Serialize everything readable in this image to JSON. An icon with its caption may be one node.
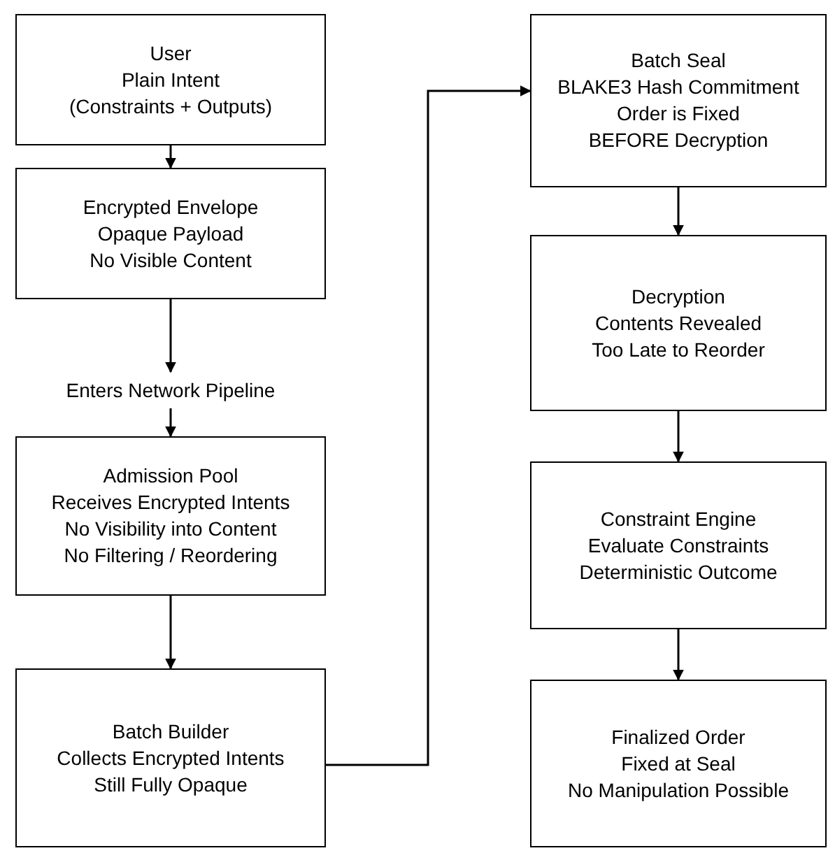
{
  "diagram": {
    "nodes": [
      {
        "text": [
          "User",
          "Plain Intent",
          "(Constraints + Outputs)"
        ]
      },
      {
        "text": [
          "Encrypted Envelope",
          "Opaque Payload",
          "No Visible Content"
        ]
      },
      {
        "text": [
          "Enters Network Pipeline"
        ]
      },
      {
        "text": [
          "Admission Pool",
          "Receives Encrypted Intents",
          "No Visibility into Content",
          "No Filtering / Reordering"
        ]
      },
      {
        "text": [
          "Batch Builder",
          "Collects Encrypted Intents",
          "Still Fully Opaque"
        ]
      },
      {
        "text": [
          "Batch Seal",
          "BLAKE3 Hash Commitment",
          "Order is Fixed",
          "BEFORE Decryption"
        ]
      },
      {
        "text": [
          "Decryption",
          "Contents Revealed",
          "Too Late to Reorder"
        ]
      },
      {
        "text": [
          "Constraint Engine",
          "Evaluate Constraints",
          "Deterministic Outcome"
        ]
      },
      {
        "text": [
          "Finalized Order",
          "Fixed at Seal",
          "No Manipulation Possible"
        ]
      }
    ],
    "edges": [
      {
        "from": 0,
        "to": 1,
        "arrow": "to"
      },
      {
        "from": 1,
        "to": 2,
        "arrow": "to"
      },
      {
        "from": 2,
        "to": 3,
        "arrow": "to"
      },
      {
        "from": 3,
        "to": 4,
        "arrow": "to"
      },
      {
        "from": 4,
        "to": 5,
        "arrow": "to"
      },
      {
        "from": 5,
        "to": 6,
        "arrow": "to"
      },
      {
        "from": 6,
        "to": 7,
        "arrow": "to"
      },
      {
        "from": 7,
        "to": 8,
        "arrow": "to"
      }
    ]
  }
}
